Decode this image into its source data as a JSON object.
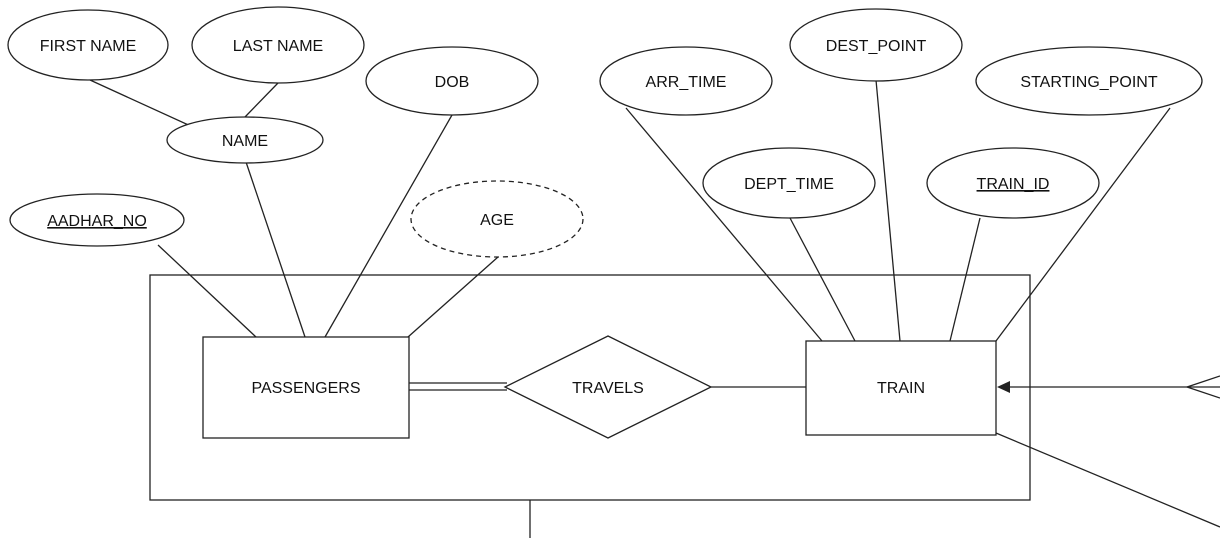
{
  "colors": {
    "stroke": "#222222",
    "background": "#ffffff",
    "text": "#111111"
  },
  "entities": {
    "passengers": "PASSENGERS",
    "train": "TRAIN"
  },
  "relationships": {
    "travels": "TRAVELS"
  },
  "attributes": {
    "first_name": "FIRST NAME",
    "last_name": "LAST NAME",
    "name": "NAME",
    "dob": "DOB",
    "aadhar_no": "AADHAR_NO",
    "age": "AGE",
    "arr_time": "ARR_TIME",
    "dest_point": "DEST_POINT",
    "starting_point": "STARTING_POINT",
    "dept_time": "DEPT_TIME",
    "train_id": "TRAIN_ID"
  }
}
